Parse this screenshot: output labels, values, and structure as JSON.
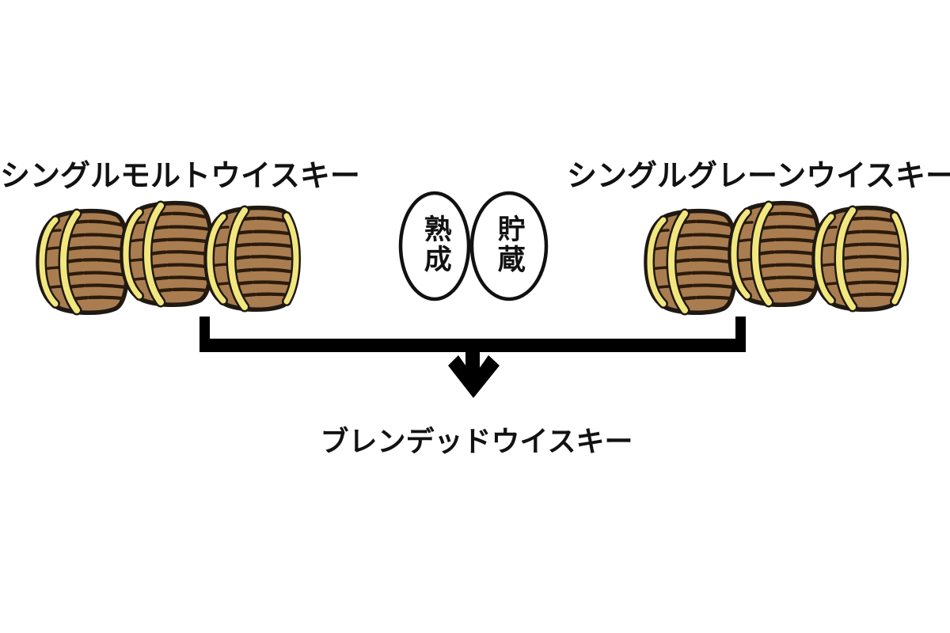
{
  "diagram": {
    "left_source": {
      "label": "シングルモルトウイスキー",
      "barrel_count": 3
    },
    "right_source": {
      "label": "シングルグレーンウイスキー",
      "barrel_count": 3
    },
    "process": {
      "left_circle_label": "熟成",
      "right_circle_label": "貯蔵"
    },
    "result_label": "ブレンデッドウイスキー"
  },
  "icons": {
    "barrel_icon": "whisky-barrel (brown cask with yellow hoops)",
    "merge_arrow_icon": "bracket with downward arrow"
  },
  "colors": {
    "background": "#ffffff",
    "ink": "#121212",
    "barrel_body": "#a97d50",
    "barrel_stripe": "#2b1b0c",
    "hoop_yellow": "#f2e77e",
    "outline": "#1f1913",
    "arrow_black": "#000000"
  }
}
